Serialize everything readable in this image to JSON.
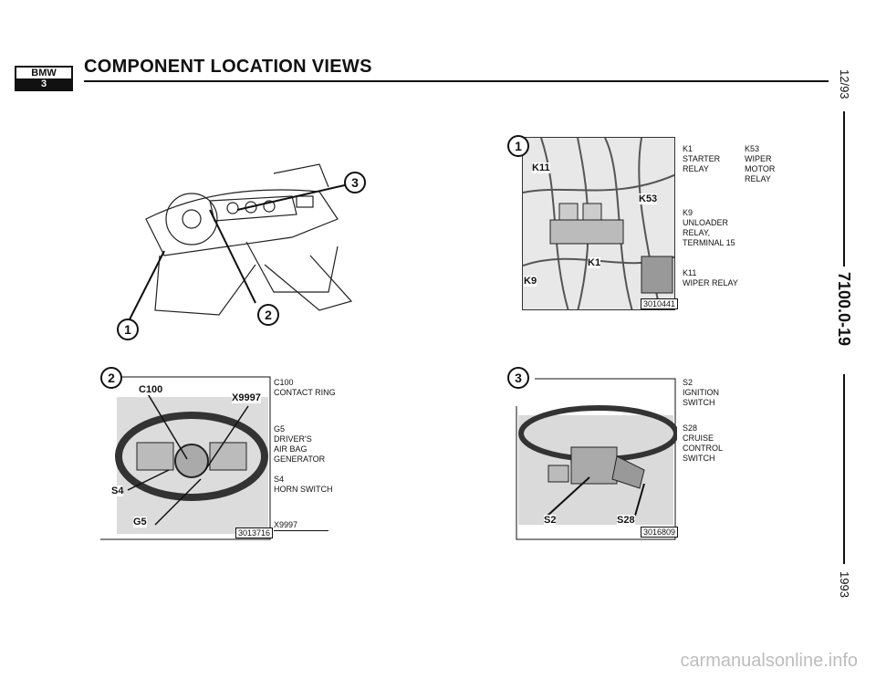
{
  "header": {
    "logo_top": "BMW",
    "logo_bottom": "3",
    "title": "COMPONENT LOCATION VIEWS"
  },
  "margin": {
    "date": "12/93",
    "section": "7100.0-19",
    "year": "1993"
  },
  "overview": {
    "markers": [
      "1",
      "2",
      "3"
    ]
  },
  "view1": {
    "marker": "1",
    "figure_number": "3010441",
    "labels": [
      "K11",
      "K53",
      "K1",
      "K9"
    ],
    "callouts": [
      {
        "code": "K1",
        "desc": "STARTER RELAY"
      },
      {
        "code": "K53",
        "desc": "WIPER MOTOR RELAY"
      },
      {
        "code": "K9",
        "desc": "UNLOADER RELAY, TERMINAL 15"
      },
      {
        "code": "K11",
        "desc": "WIPER RELAY"
      }
    ]
  },
  "view2": {
    "marker": "2",
    "figure_number": "3013716",
    "labels": [
      "C100",
      "X9997",
      "S4",
      "G5"
    ],
    "callouts": [
      {
        "code": "C100",
        "desc": "CONTACT RING"
      },
      {
        "code": "G5",
        "desc": "DRIVER'S AIR BAG GENERATOR"
      },
      {
        "code": "S4",
        "desc": "HORN SWITCH"
      },
      {
        "code": "X9997",
        "desc": ""
      }
    ]
  },
  "view3": {
    "marker": "3",
    "figure_number": "3016809",
    "labels": [
      "S2",
      "S28"
    ],
    "callouts": [
      {
        "code": "S2",
        "desc": "IGNITION SWITCH"
      },
      {
        "code": "S28",
        "desc": "CRUISE CONTROL SWITCH"
      }
    ]
  },
  "watermark": "carmanualsonline.info"
}
